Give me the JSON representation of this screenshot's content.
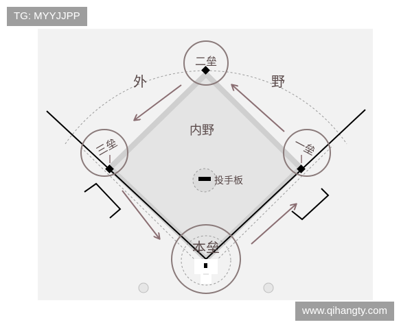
{
  "watermarks": {
    "top": "TG: MYYJJPP",
    "bottom": "www.qihangty.com"
  },
  "labels": {
    "second_base": "二垒",
    "first_base": "一垒",
    "third_base": "三垒",
    "home_plate": "本垒",
    "infield": "内野",
    "pitcher_plate": "投手板",
    "outfield_left": "外",
    "outfield_right": "野"
  },
  "colors": {
    "field_bg": "#f2f2f2",
    "infield_fill": "#e4e4e4",
    "line": "#000000",
    "arrow": "#8a6e72",
    "label": "#5a4a4a"
  }
}
